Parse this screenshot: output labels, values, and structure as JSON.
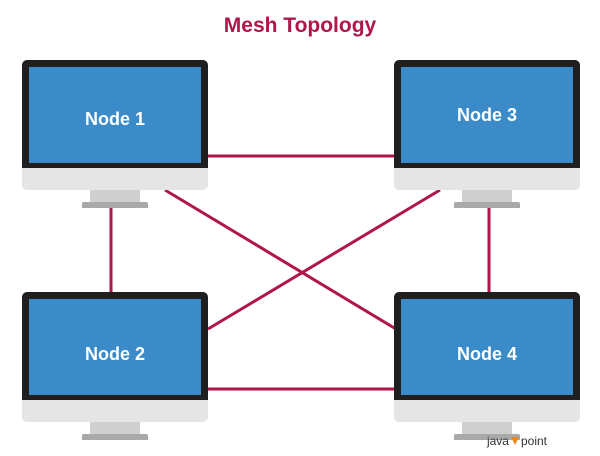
{
  "title": "Mesh Topology",
  "nodes": [
    {
      "id": "node-1",
      "label": "Node 1"
    },
    {
      "id": "node-2",
      "label": "Node 2"
    },
    {
      "id": "node-3",
      "label": "Node 3"
    },
    {
      "id": "node-4",
      "label": "Node 4"
    }
  ],
  "links": [
    [
      "node-1",
      "node-3"
    ],
    [
      "node-1",
      "node-2"
    ],
    [
      "node-1",
      "node-4"
    ],
    [
      "node-2",
      "node-3"
    ],
    [
      "node-2",
      "node-4"
    ],
    [
      "node-3",
      "node-4"
    ]
  ],
  "watermark": {
    "prefix": "java",
    "suffix": "point"
  },
  "colors": {
    "title": "#b0164a",
    "link": "#b0164a",
    "screen": "#3a8bc8",
    "bezel": "#1f1f1f",
    "logo_accent": "#e8891d"
  }
}
